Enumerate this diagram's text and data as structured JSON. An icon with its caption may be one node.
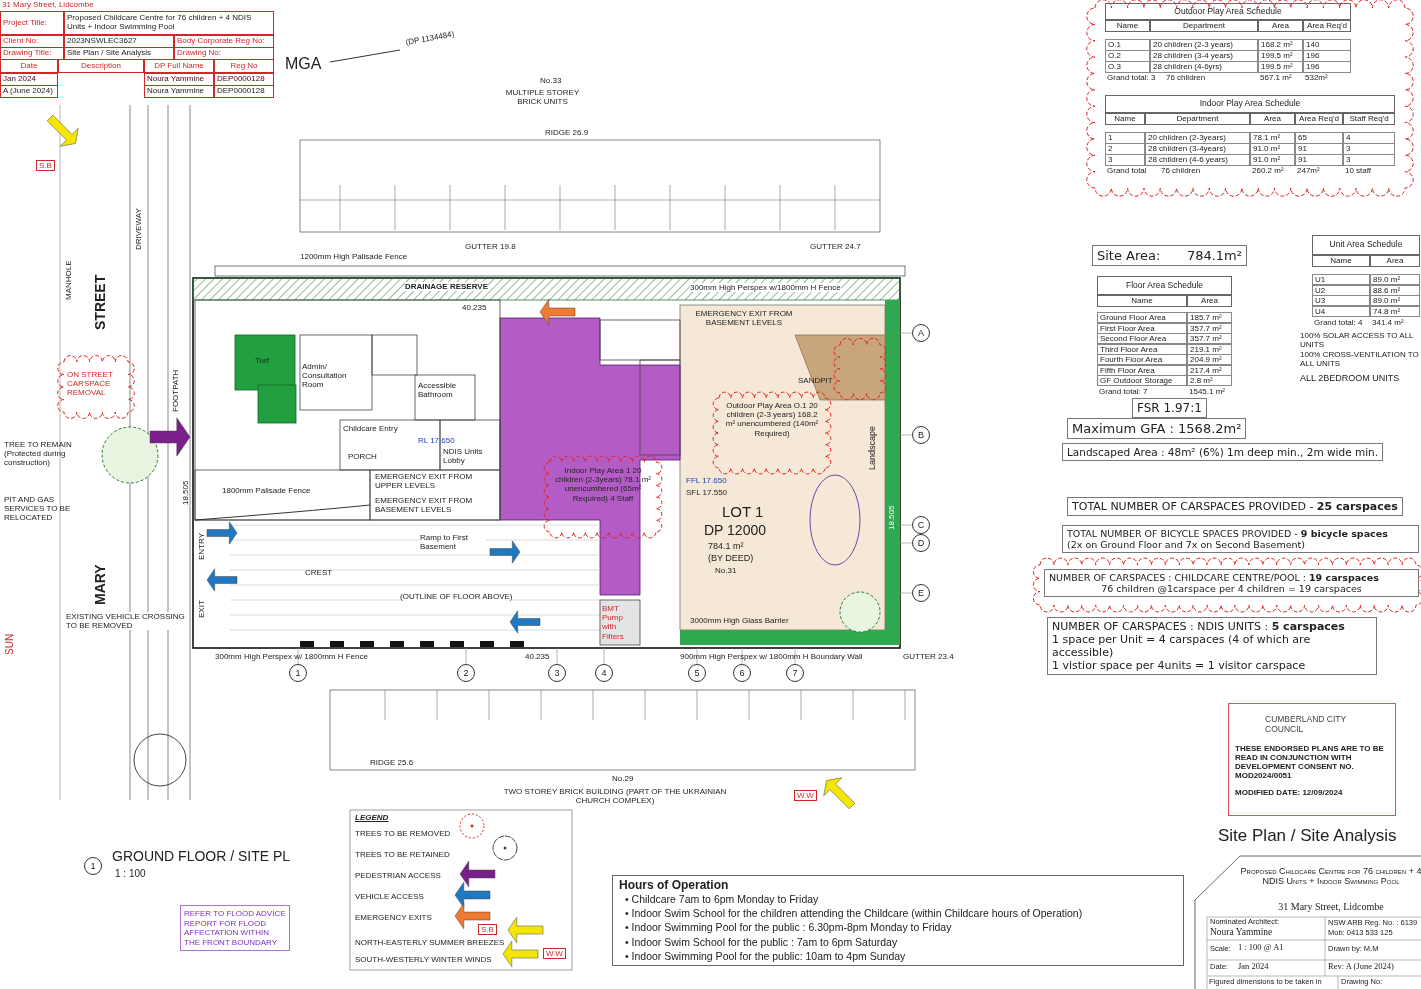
{
  "diagram": {
    "title": "Site Plan / Site Analysis",
    "nodes": [
      {
        "text": [
          "Site Area:",
          "784.1m²"
        ]
      },
      {
        "text": [
          "FSR 1.97:1"
        ]
      },
      {
        "text": [
          "Maximum GFA : 1568.2m²"
        ]
      },
      {
        "text": [
          "Landscaped Area : 48m² (6%) 1m deep min., 2m wide min."
        ]
      },
      {
        "text": [
          "TOTAL NUMBER OF CARSPACES PROVIDED - **25 carspaces**"
        ]
      },
      {
        "text": [
          "TOTAL NUMBER OF BICYCLE SPACES PROVIDED - **9 bicycle spaces**",
          "(2x on Ground Floor and 7x on Second Basement)"
        ]
      },
      {
        "text": [
          "NUMBER OF CARSPACES : CHILDCARE CENTRE/POOL : **19 carspaces**",
          "76 children @1carspace per 4 children = 19 carspaces"
        ]
      },
      {
        "text": [
          "NUMBER OF CARSPACES : NDIS UNITS : **5 carspaces**",
          "1 space per Unit = 4 carspaces (4 of which are accessible)",
          "1 vistior space per 4units = 1 visitor carspace"
        ]
      },
      {
        "text": [
          "Hours of Operation",
          "• Childcare 7am to 6pm Monday to Friday",
          "• Indoor Swim School for the children attending the Childcare (within Childcare hours of Operation)",
          "• Indoor Swimming Pool for the public : 6.30pm-8pm Monday to Friday",
          "• Indoor Swim School for the public : 7am to 6pm Saturday",
          "• Indoor Swimming Pool for the public: 10am to 4pm Sunday"
        ]
      },
      {
        "text": [
          "REFER TO FLOOD ADVICE REPORT FOR FLOOD AFFECTATION WITHIN THE FRONT BOUNDARY"
        ]
      },
      {
        "text": [
          "CUMBERLAND CITY COUNCIL",
          "THESE ENDORSED PLANS ARE TO BE READ IN CONJUNCTION WITH DEVELOPMENT CONSENT NO. MOD2024/0051",
          "MODIFIED DATE: 12/09/2024"
        ]
      },
      {
        "text": [
          "A"
        ]
      },
      {
        "text": [
          "B"
        ]
      },
      {
        "text": [
          "C"
        ]
      },
      {
        "text": [
          "D"
        ]
      },
      {
        "text": [
          "E"
        ]
      },
      {
        "text": [
          "1"
        ]
      },
      {
        "text": [
          "2"
        ]
      },
      {
        "text": [
          "3"
        ]
      },
      {
        "text": [
          "4"
        ]
      },
      {
        "text": [
          "5"
        ]
      },
      {
        "text": [
          "6"
        ]
      },
      {
        "text": [
          "7"
        ]
      },
      {
        "text": [
          "1"
        ]
      }
    ],
    "labels": [
      "31 Mary Street, Lidcombe",
      "Project Title:",
      "Proposed Childcare Centre for 76 children + 4 NDIS Units + Indoor Swimming Pool",
      "Client No:",
      "2023NSWLEC3627",
      "Body Corporate Reg No:",
      "Drawing Title:",
      "Site Plan / Site Analysis",
      "Drawing No:",
      "Date",
      "Description",
      "DP Full Name",
      "Reg No",
      "Jan 2024",
      "Noura Yammine",
      "DEP0000128",
      "A (June 2024)",
      "Noura Yammine",
      "DEP0000128",
      "Outdoor Play Area Schedule",
      "Name",
      "Department",
      "Area",
      "Area Req'd",
      "O.1",
      "20 children (2-3 years)",
      "168.2 m²",
      "140",
      "O.2",
      "28 children (3-4 years)",
      "199.5 m²",
      "196",
      "O.3",
      "28 children (4-6yrs)",
      "199.5 m²",
      "196",
      "Grand total: 3",
      "76 children",
      "567.1 m²",
      "532m²",
      "Indoor Play Area Schedule",
      "Name",
      "Department",
      "Area",
      "Area Req'd",
      "Staff Req'd",
      "1",
      "20 children (2-3years)",
      "78.1 m²",
      "65",
      "4",
      "2",
      "28 children (3-4years)",
      "91.0 m²",
      "91",
      "3",
      "3",
      "28 children (4-6 years)",
      "91.0 m²",
      "91",
      "3",
      "Grand total",
      "76 children",
      "260.2 m²",
      "247m²",
      "10 staff",
      "S.B",
      "MGA",
      "(DP 1134484)",
      "No.33",
      "MULTIPLE STOREY BRICK UNITS",
      "RIDGE 26.9",
      "GUTTER 19.8",
      "GUTTER 24.7",
      "1200mm High Palisade Fence",
      "DRAINAGE RESERVE",
      "40.235",
      "300mm High Perspex w/1800mm H Fence",
      "STREET",
      "MARY",
      "SUN",
      "DRIVEWAY",
      "MANHOLE",
      "ON STREET CARSPACE REMOVAL",
      "TREE TO REMAIN (Protected during construction)",
      "PIT AND GAS SERVICES TO BE RELOCATED",
      "EXISTING VEHICLE CROSSING TO BE REMOVED",
      "FOOTPATH",
      "18.505",
      "Turf",
      "Admin/ Consultation Room",
      "Accessible Bathroom",
      "Childcare Entry",
      "RL 17.650",
      "PORCH",
      "NDIS Units Lobby",
      "EMERGENCY EXIT FROM UPPER LEVELS",
      "EMERGENCY EXIT FROM BASEMENT LEVELS",
      "1800mm Palisade Fence",
      "ENTRY",
      "EXIT",
      "CREST",
      "Ramp to First Basement",
      "(OUTLINE OF FLOOR ABOVE)",
      "Indoor Play Area 1 20 children (2-3years) 78.1 m² unencumbered (65m² Required) 4 Staff",
      "EMERGENCY EXIT FROM BASEMENT LEVELS",
      "SANDPIT",
      "Outdoor Play Area O.1 20 children (2-3 years) 168.2 m² unencumbered (140m² Required)",
      "FFL 17.650",
      "SFL 17.550",
      "LOT 1",
      "DP 12000",
      "784.1 m²",
      "(BY DEED)",
      "No.31",
      "Landscape",
      "18.505",
      "3000mm High Glass Barrier",
      "BMT Pump with Filters",
      "300mm High Perspex w/ 1800mm H Fence",
      "40.235",
      "900mm High Perspex w/ 1800mm H Boundary Wall",
      "GUTTER 23.4",
      "RIDGE 25.6",
      "No.29",
      "TWO STOREY BRICK BUILDING (PART OF THE UKRAINIAN CHURCH COMPLEX)",
      "W.W",
      "GROUND FLOOR / SITE PL",
      "1 : 100",
      "Floor Area Schedule",
      "Name",
      "Area",
      "Ground Floor Area",
      "185.7 m²",
      "First Floor Area",
      "357.7 m²",
      "Second Floor Area",
      "357.7 m²",
      "Third Floor Area",
      "219.1 m²",
      "Fourth Floor Area",
      "204.9 m²",
      "Fifth Floor Area",
      "217.4 m²",
      "GF Outdoor Storage",
      "2.8 m²",
      "Grand total: 7",
      "1545.1 m²",
      "Unit Area Schedule",
      "Name",
      "Area",
      "U1",
      "89.0 m²",
      "U2",
      "88.6 m²",
      "U3",
      "89.0 m²",
      "U4",
      "74.8 m²",
      "Grand total: 4",
      "341.4 m²",
      "100% SOLAR ACCESS TO ALL UNITS",
      "100% CROSS-VENTILATION TO ALL UNITS",
      "ALL 2BEDROOM UNITS",
      "LEGEND",
      "S.B",
      "W.W",
      "Proposed Childcare Centre for 76 children + 4 NDIS Units + Indoor Swimming Pool",
      "31 Mary Street, Lidcombe",
      "Nominated Architect:",
      "Noura Yammine",
      "NSW ARB Reg. No. : 6139",
      "Mob: 0413 533 125",
      "Scale:",
      "1 : 100 @ A1",
      "Drawn by: M.M",
      "Date:",
      "Jan 2024",
      "Rev: A (June 2024)",
      "Figured dimensions to be taken in",
      "Drawing No:"
    ],
    "legend": [
      {
        "text": "TREES TO BE REMOVED"
      },
      {
        "text": "TREES TO BE RETAINED"
      },
      {
        "text": "PEDESTRIAN ACCESS"
      },
      {
        "text": "VEHICLE ACCESS"
      },
      {
        "text": "EMERGENCY EXITS"
      },
      {
        "text": "NORTH-EASTERLY SUMMER BREEZES"
      },
      {
        "text": "SOUTH-WESTERLY WINTER WINDS"
      }
    ]
  }
}
